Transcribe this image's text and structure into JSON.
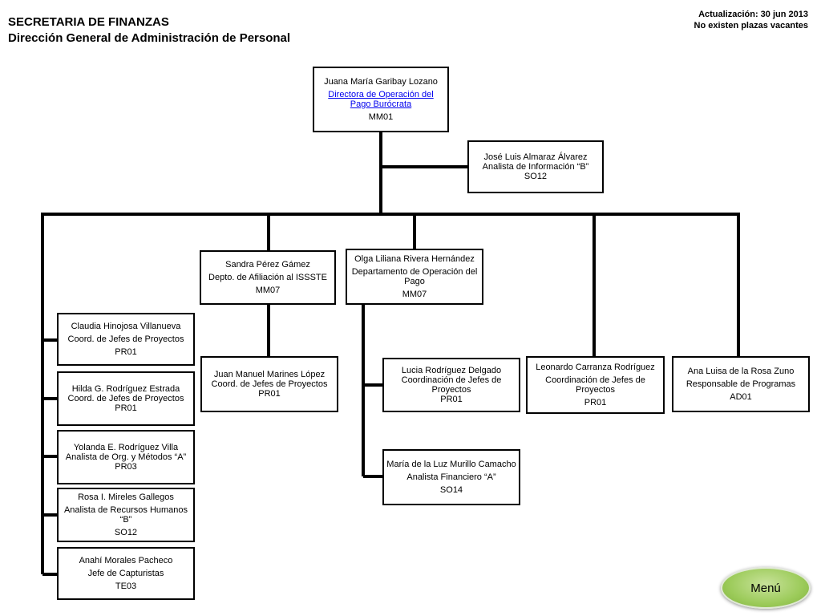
{
  "header": {
    "title": "SECRETARIA DE FINANZAS",
    "subtitle": "Dirección General de Administración de Personal",
    "update": "Actualización: 30 jun 2013",
    "vacancies": "No existen plazas  vacantes"
  },
  "boxes": {
    "director": {
      "name": "Juana María Garibay Lozano",
      "role": "Directora de Operación del Pago Burócrata",
      "code": "MM01"
    },
    "analyst_b": {
      "name": "José Luis Almaraz Álvarez",
      "role": "Analista de Información “B”",
      "code": "SO12"
    },
    "sandra": {
      "name": "Sandra Pérez Gámez",
      "role": "Depto. de Afiliación al ISSSTE",
      "code": "MM07"
    },
    "olga": {
      "name": "Olga Liliana Rivera Hernández",
      "role": "Departamento de Operación del Pago",
      "code": "MM07"
    },
    "claudia": {
      "name": "Claudia Hinojosa Villanueva",
      "role": "Coord. de Jefes  de Proyectos",
      "code": "PR01"
    },
    "hilda": {
      "name": "Hilda G. Rodríguez Estrada",
      "role": "Coord. de Jefes de Proyectos",
      "code": "PR01"
    },
    "yolanda": {
      "name": "Yolanda E. Rodríguez Villa",
      "role": "Analista de Org. y Métodos “A”",
      "code": "PR03"
    },
    "rosa": {
      "name": "Rosa I. Mireles Gallegos",
      "role": "Analista de Recursos Humanos “B”",
      "code": "SO12"
    },
    "anahi": {
      "name": "Anahí Morales Pacheco",
      "role": "Jefe de Capturistas",
      "code": "TE03"
    },
    "juan": {
      "name": "Juan Manuel Marines López",
      "role": "Coord. de Jefes de Proyectos",
      "code": "PR01"
    },
    "lucia": {
      "name": "Lucia Rodríguez Delgado",
      "role": "Coordinación de Jefes de Proyectos",
      "code": "PR01"
    },
    "maria": {
      "name": "María de la Luz Murillo Camacho",
      "role": "Analista Financiero “A”",
      "code": "SO14"
    },
    "leonardo": {
      "name": "Leonardo Carranza Rodríguez",
      "role": "Coordinación de Jefes de Proyectos",
      "code": "PR01"
    },
    "ana": {
      "name": "Ana Luisa de la Rosa Zuno",
      "role": "Responsable de Programas",
      "code": "AD01"
    }
  },
  "menu": {
    "label": "Menú"
  },
  "colors": {
    "link": "#0000ee",
    "menu_fill": "#9ccb5a"
  }
}
